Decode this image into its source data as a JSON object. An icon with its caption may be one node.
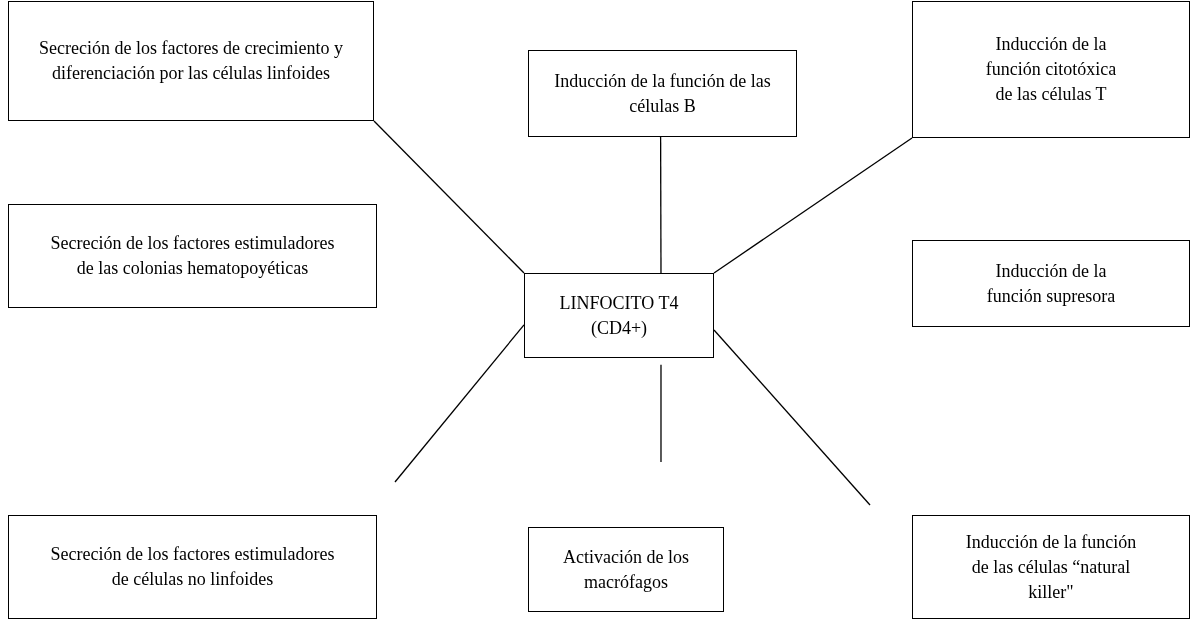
{
  "diagram": {
    "nodes": [
      {
        "text": [
          "LINFOCITO T4 (CD4+)"
        ]
      },
      {
        "text": [
          "Secreción de los factores de crecimiento y diferenciación por las células linfoides"
        ]
      },
      {
        "text": [
          "Inducción de la función de las células B"
        ]
      },
      {
        "text": [
          "Inducción de la función citotóxica de las células T"
        ]
      },
      {
        "text": [
          "Secreción de los factores estimuladores de las colonias hematopoyéticas"
        ]
      },
      {
        "text": [
          "Inducción de la función supresora"
        ]
      },
      {
        "text": [
          "Secreción de los factores estimuladores de células no linfoides"
        ]
      },
      {
        "text": [
          "Activación de los macrófagos"
        ]
      },
      {
        "text": [
          "Inducción de la función de las células “natural killer\""
        ]
      }
    ],
    "edges": [
      {
        "from": 0,
        "to": 1,
        "arrow": "none"
      },
      {
        "from": 0,
        "to": 2,
        "arrow": "none"
      },
      {
        "from": 0,
        "to": 3,
        "arrow": "none"
      },
      {
        "from": 0,
        "to": null,
        "arrow": "none"
      },
      {
        "from": 0,
        "to": null,
        "arrow": "none"
      },
      {
        "from": 0,
        "to": null,
        "arrow": "none"
      }
    ]
  }
}
